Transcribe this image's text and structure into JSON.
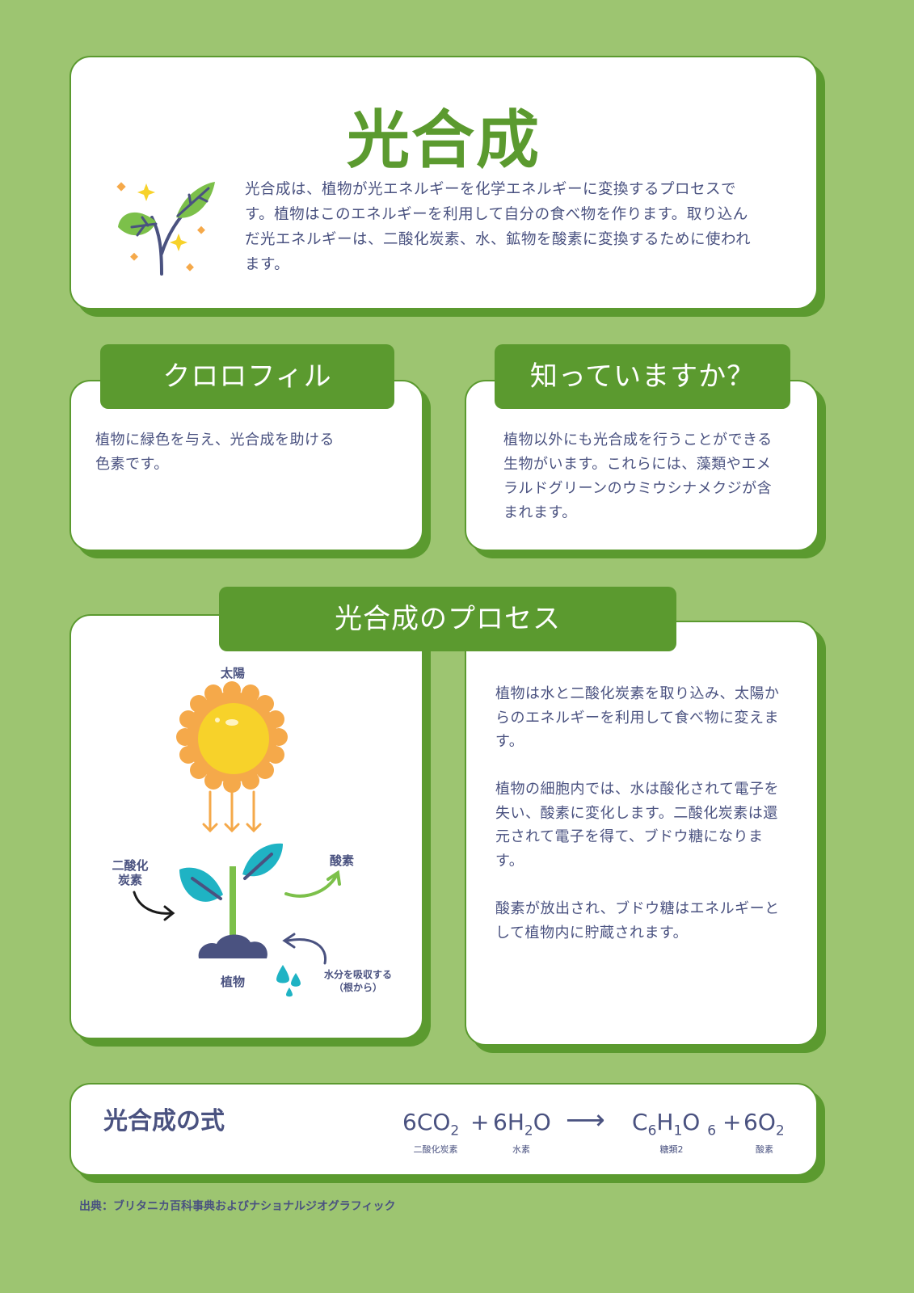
{
  "header": {
    "title": "光合成",
    "description": "光合成は、植物が光エネルギーを化学エネルギーに変換するプロセスです。植物はこのエネルギーを利用して自分の食べ物を作ります。取り込んだ光エネルギーは、二酸化炭素、水、鉱物を酸素に変換するために使われます。"
  },
  "chlorophyll": {
    "title": "クロロフィル",
    "text": "植物に緑色を与え、光合成を助ける色素です。"
  },
  "did_you_know": {
    "title": "知っていますか？",
    "text": "植物以外にも光合成を行うことができる生物がいます。これらには、藻類やエメラルドグリーンのウミウシナメクジが含まれます。"
  },
  "process": {
    "title": "光合成のプロセス",
    "diagram": {
      "sun": "太陽",
      "co2": "二酸化\n炭素",
      "oxygen": "酸素",
      "plant": "植物",
      "water": "水分を吸収する\n（根から）"
    },
    "paragraphs": [
      "植物は水と二酸化炭素を取り込み、太陽からのエネルギーを利用して食べ物に変えます。",
      "植物の細胞内では、水は酸化されて電子を失い、酸素に変化します。二酸化炭素は還元されて電子を得て、ブドウ糖になります。",
      "酸素が放出され、ブドウ糖はエネルギーとして植物内に貯蔵されます。"
    ]
  },
  "formula": {
    "title": "光合成の式",
    "co2_coef": "6CO",
    "co2_sub": "2",
    "plus1": "+",
    "h2o_a": "6H",
    "h2o_sub": "2",
    "h2o_b": "O",
    "arrow": "⟶",
    "glucose_c": "C",
    "glucose_c_sub": "6",
    "glucose_h": "H",
    "glucose_h_sub": "1",
    "glucose_o": "O",
    "glucose_o_sub": "6",
    "plus2": "+",
    "o2": "6O",
    "o2_sub": "2",
    "cap_co2": "二酸化炭素",
    "cap_water": "水素",
    "cap_glucose": "糖類",
    "cap_glucose_sub": "2",
    "cap_oxygen": "酸素"
  },
  "footer": {
    "source": "出典：ブリタニカ百科事典およびナショナルジオグラフィック"
  },
  "colors": {
    "background": "#9dc571",
    "accent": "#5b9a2f",
    "text": "#4a5280",
    "sun": "#f5a94a",
    "leaf": "#1fb3c4"
  }
}
